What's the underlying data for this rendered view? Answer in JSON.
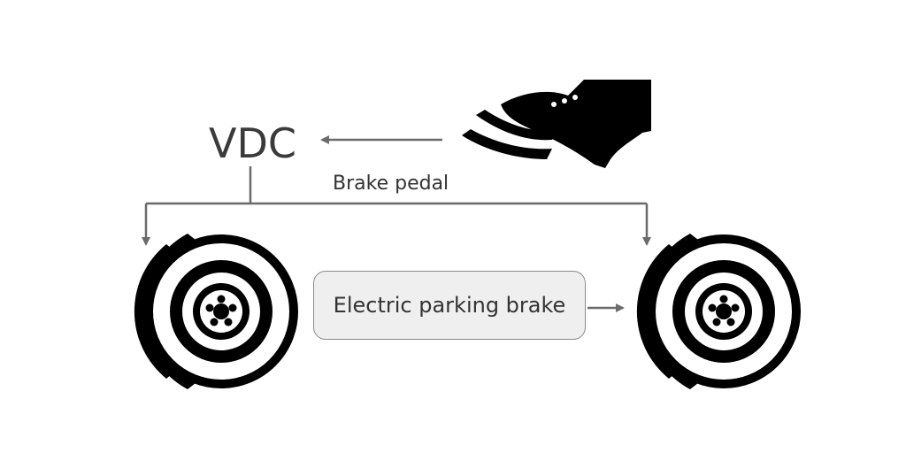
{
  "labels": {
    "vdc": "VDC",
    "brake_pedal": "Brake pedal",
    "electric_parking_brake": "Electric parking brake"
  },
  "colors": {
    "line": "#6b6b6b",
    "icon": "#000000",
    "box_fill": "#efefef",
    "box_border": "#8a8a8a",
    "text": "#333333"
  },
  "icons": {
    "foot": "foot-on-pedal-icon",
    "left_wheel": "brake-disc-icon",
    "right_wheel": "brake-disc-icon"
  }
}
